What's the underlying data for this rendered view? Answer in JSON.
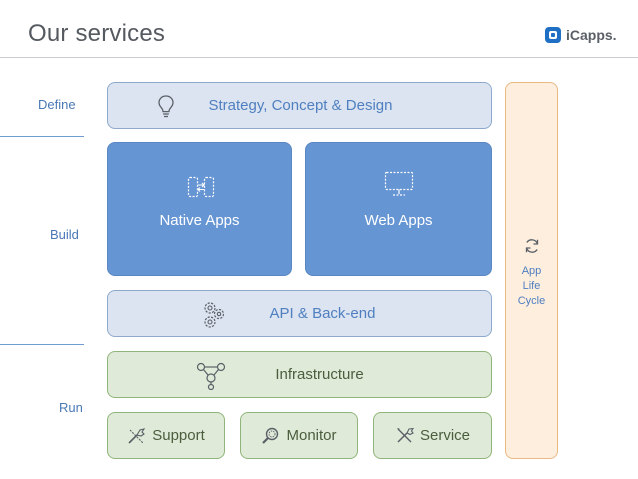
{
  "header": {
    "title": "Our services",
    "logo_text": "iCapps."
  },
  "phases": {
    "define": "Define",
    "build": "Build",
    "run": "Run"
  },
  "blocks": {
    "strategy": "Strategy, Concept & Design",
    "native": "Native Apps",
    "web": "Web Apps",
    "api": "API & Back-end",
    "infrastructure": "Infrastructure",
    "support": "Support",
    "monitor": "Monitor",
    "service": "Service"
  },
  "lifecycle": {
    "line1": "App",
    "line2": "Life",
    "line3": "Cycle"
  },
  "colors": {
    "light_blue": "#dbe4f0",
    "blue": "#6695d3",
    "green": "#dfead8",
    "orange": "#fdeede",
    "accent_text": "#4f7fc0"
  },
  "icons": {
    "strategy": "lightbulb-icon",
    "native": "mobile-sync-icon",
    "web": "monitor-icon",
    "api": "gears-icon",
    "infrastructure": "network-icon",
    "support": "tools-icon",
    "monitor": "magnifier-icon",
    "service": "wrench-screwdriver-icon",
    "lifecycle": "refresh-icon",
    "logo": "icapps-logo-icon"
  }
}
